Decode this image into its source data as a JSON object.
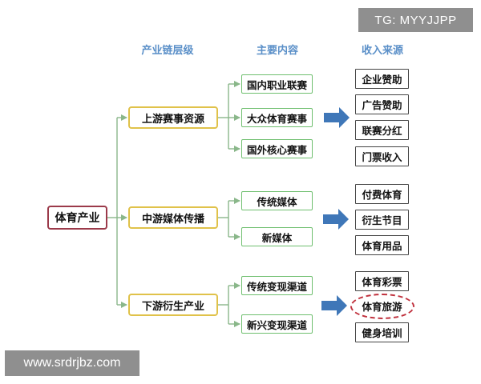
{
  "watermarks": {
    "top": "TG: MYYJJPP",
    "bottom": "www.srdrjbz.com"
  },
  "headers": {
    "level": "产业链层级",
    "content": "主要内容",
    "revenue": "收入来源"
  },
  "root": "体育产业",
  "tiers": [
    {
      "label": "上游赛事资源",
      "contents": [
        "国内职业联赛",
        "大众体育赛事",
        "国外核心赛事"
      ],
      "revenues": [
        "企业赞助",
        "广告赞助",
        "联赛分红",
        "门票收入"
      ]
    },
    {
      "label": "中游媒体传播",
      "contents": [
        "传统媒体",
        "新媒体"
      ],
      "revenues": [
        "付费体育",
        "衍生节目",
        "体育用品"
      ]
    },
    {
      "label": "下游衍生产业",
      "contents": [
        "传统变现渠道",
        "新兴变现渠道"
      ],
      "revenues": [
        "体育彩票",
        "体育旅游",
        "健身培训"
      ]
    }
  ],
  "highlighted_revenue": "体育旅游",
  "colors": {
    "root_border": "#9b3a4a",
    "tier_border": "#e0c24a",
    "content_border": "#6fbf6f",
    "revenue_border": "#444444",
    "connector": "#8ab78a",
    "arrow": "#3f77b8",
    "header_text": "#5a8fc8",
    "highlight": "#c0313d"
  }
}
